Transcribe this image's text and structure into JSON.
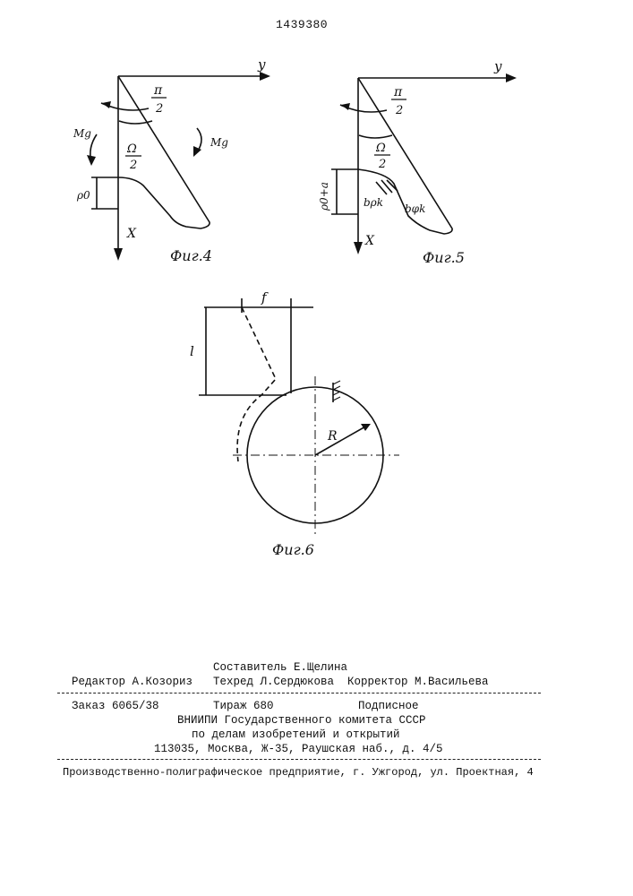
{
  "header": {
    "patent_number": "1439380"
  },
  "fig4": {
    "caption": "Фиг.4",
    "axis_y": "y",
    "axis_x": "X",
    "angle_top_num": "π",
    "angle_top_den": "2",
    "angle_mid_num": "Ω",
    "angle_mid_den": "2",
    "moment_left": "Mg",
    "moment_right": "Mg",
    "rho": "ρ0"
  },
  "fig5": {
    "caption": "Фиг.5",
    "axis_y": "y",
    "axis_x": "X",
    "angle_top_num": "π",
    "angle_top_den": "2",
    "angle_mid_num": "Ω",
    "angle_mid_den": "2",
    "rho_a": "ρ0+a",
    "b_rho": "bρk",
    "b_phi": "bφk"
  },
  "fig6": {
    "caption": "Фиг.6",
    "f_label": "f",
    "l_label": "l",
    "r_label": "R"
  },
  "imprint": {
    "compiler": "Составитель Е.Щелина",
    "editor": "Редактор А.Козориз",
    "techred": "Техред Л.Сердюкова",
    "corrector": "Корректор М.Васильева",
    "order": "Заказ 6065/38",
    "run": "Тираж 680",
    "subscription": "Подписное",
    "org_line1": "ВНИИПИ Государственного комитета СССР",
    "org_line2": "по делам изобретений и открытий",
    "address": "113035, Москва, Ж-35, Раушская наб., д. 4/5",
    "printer": "Производственно-полиграфическое предприятие, г. Ужгород, ул. Проектная, 4"
  }
}
